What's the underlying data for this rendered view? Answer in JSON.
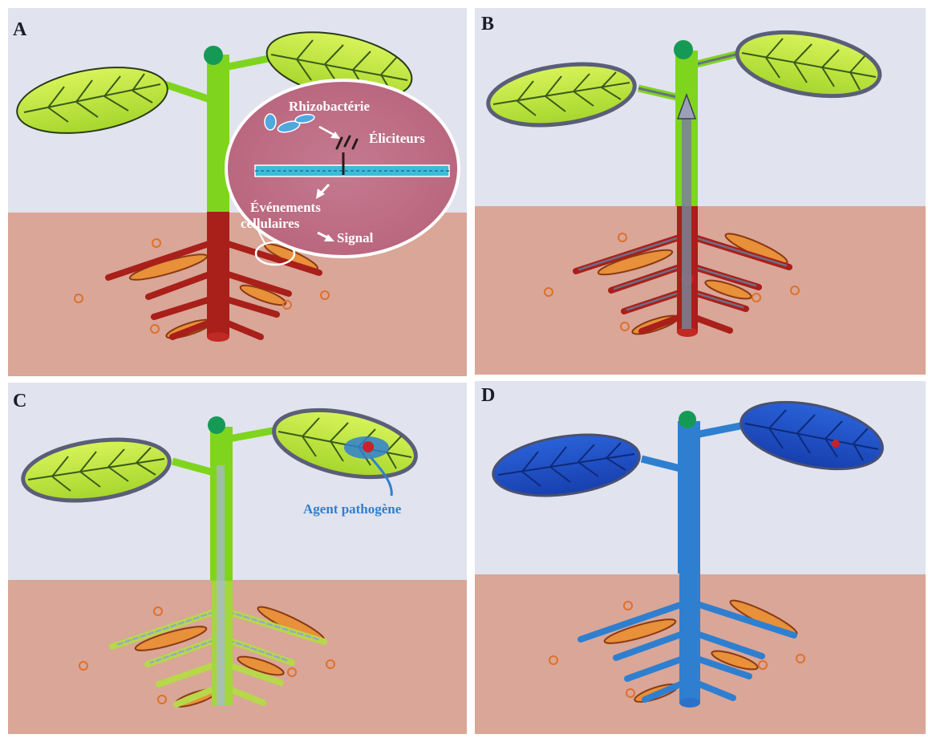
{
  "panels": [
    {
      "label": "A"
    },
    {
      "label": "B"
    },
    {
      "label": "C"
    },
    {
      "label": "D"
    }
  ],
  "callout": {
    "rhizobacterium": "Rhizobactérie",
    "elicitors": "Éliciteurs",
    "cell_events_1": "Événements",
    "cell_events_2": "cellulaires",
    "signal": "Signal"
  },
  "pathogen_label": "Agent pathogène",
  "colors": {
    "sky": "#e1e3ee",
    "soil": "#d9a698",
    "stem_green": "#7fd51d",
    "root_red": "#a91f1a",
    "leaf_green": "#c6ec44",
    "leaf_blue": "#1d4fc4",
    "defense_blue": "#2f7fd0",
    "callout_bg": "#bf6f87",
    "membrane": "#3dbcd8",
    "rhizobacteria_orange": "#e8903a"
  }
}
